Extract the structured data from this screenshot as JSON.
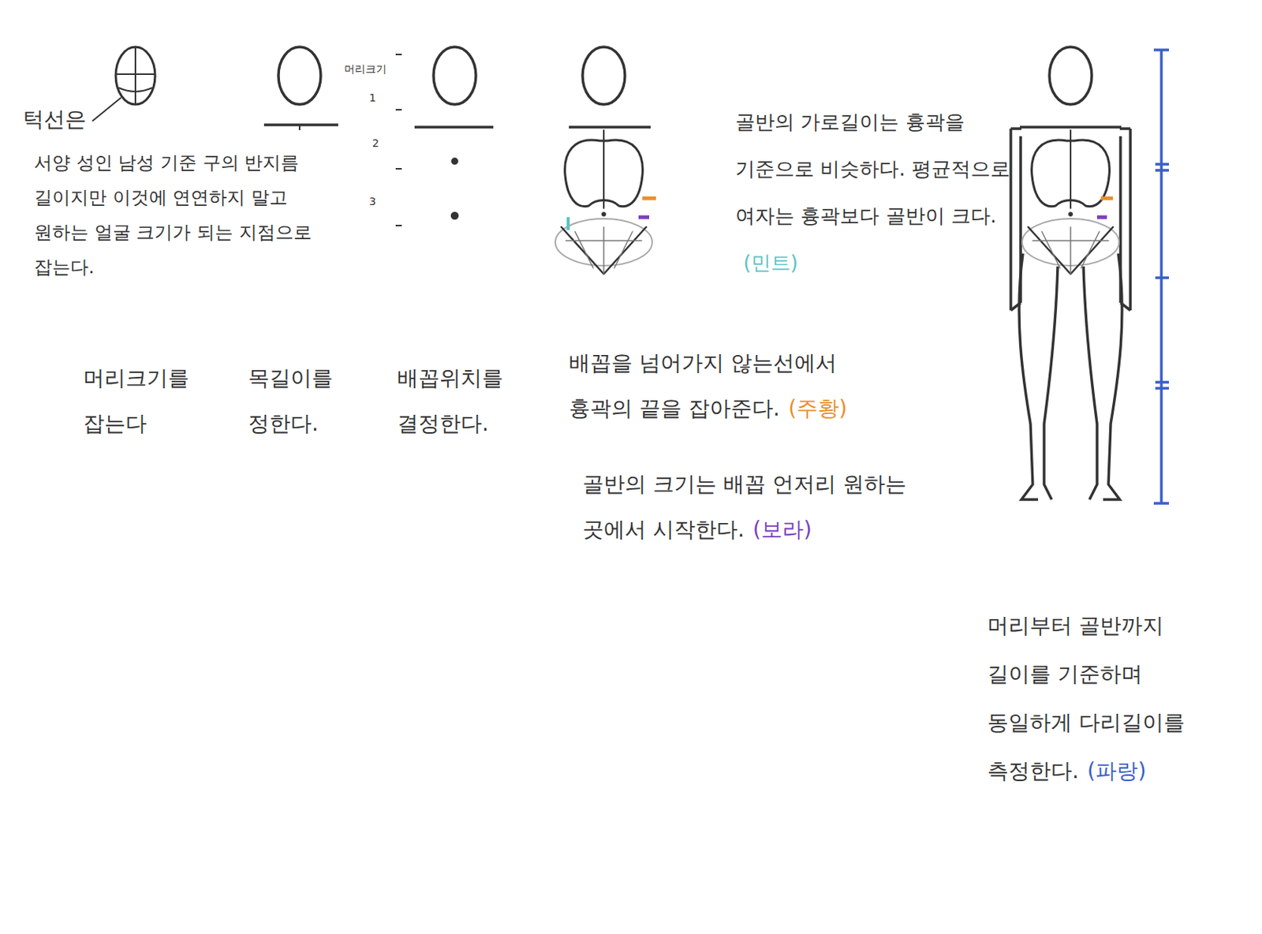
{
  "diagram": {
    "labels": [
      "턱선은",
      "서양 성인 남성 기준 구의 반지름 길이지만 이것에 연연하지 말고 원하는 얼굴 크기가 되는 지점으로 잡는다.",
      "머리크기",
      "1",
      "2",
      "3",
      "골반의 가로길이는 흉곽을 기준으로 비슷하다. 평균적으로 여자는 흉곽보다 골반이 크다.",
      "(민트)",
      "머리크기를 잡는다",
      "목길이를 정한다.",
      "배꼽위치를 결정한다.",
      "배꼽을 넘어가지 않는선에서 흉곽의 끝을 잡아준다.",
      "(주황)",
      "골반의 크기는 배꼽 언저리 원하는 곳에서 시작한다.",
      "(보라)",
      "머리부터 골반까지 길이를 기준하며 동일하게 다리길이를 측정한다.",
      "(파랑)"
    ]
  }
}
